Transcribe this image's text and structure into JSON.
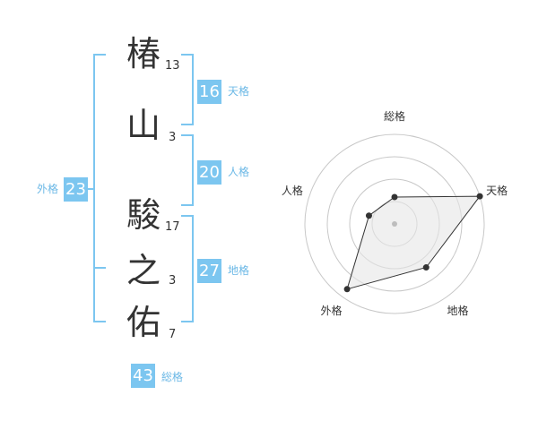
{
  "name_chars": [
    {
      "char": "椿",
      "strokes": "13"
    },
    {
      "char": "山",
      "strokes": "3"
    },
    {
      "char": "駿",
      "strokes": "17"
    },
    {
      "char": "之",
      "strokes": "3"
    },
    {
      "char": "佑",
      "strokes": "7"
    }
  ],
  "kakusu": {
    "tenkaku": {
      "value": "16",
      "label": "天格"
    },
    "jinkaku": {
      "value": "20",
      "label": "人格"
    },
    "chikaku": {
      "value": "27",
      "label": "地格"
    },
    "gaikaku": {
      "value": "23",
      "label": "外格"
    },
    "soukaku": {
      "value": "43",
      "label": "総格"
    }
  },
  "radar": {
    "axes": [
      "総格",
      "天格",
      "地格",
      "外格",
      "人格"
    ],
    "levels": 4,
    "values": [
      0.3,
      1.0,
      0.6,
      0.9,
      0.3
    ]
  },
  "colors": {
    "accent": "#7cc6f0",
    "label": "#6bb8e6",
    "text": "#333333"
  }
}
